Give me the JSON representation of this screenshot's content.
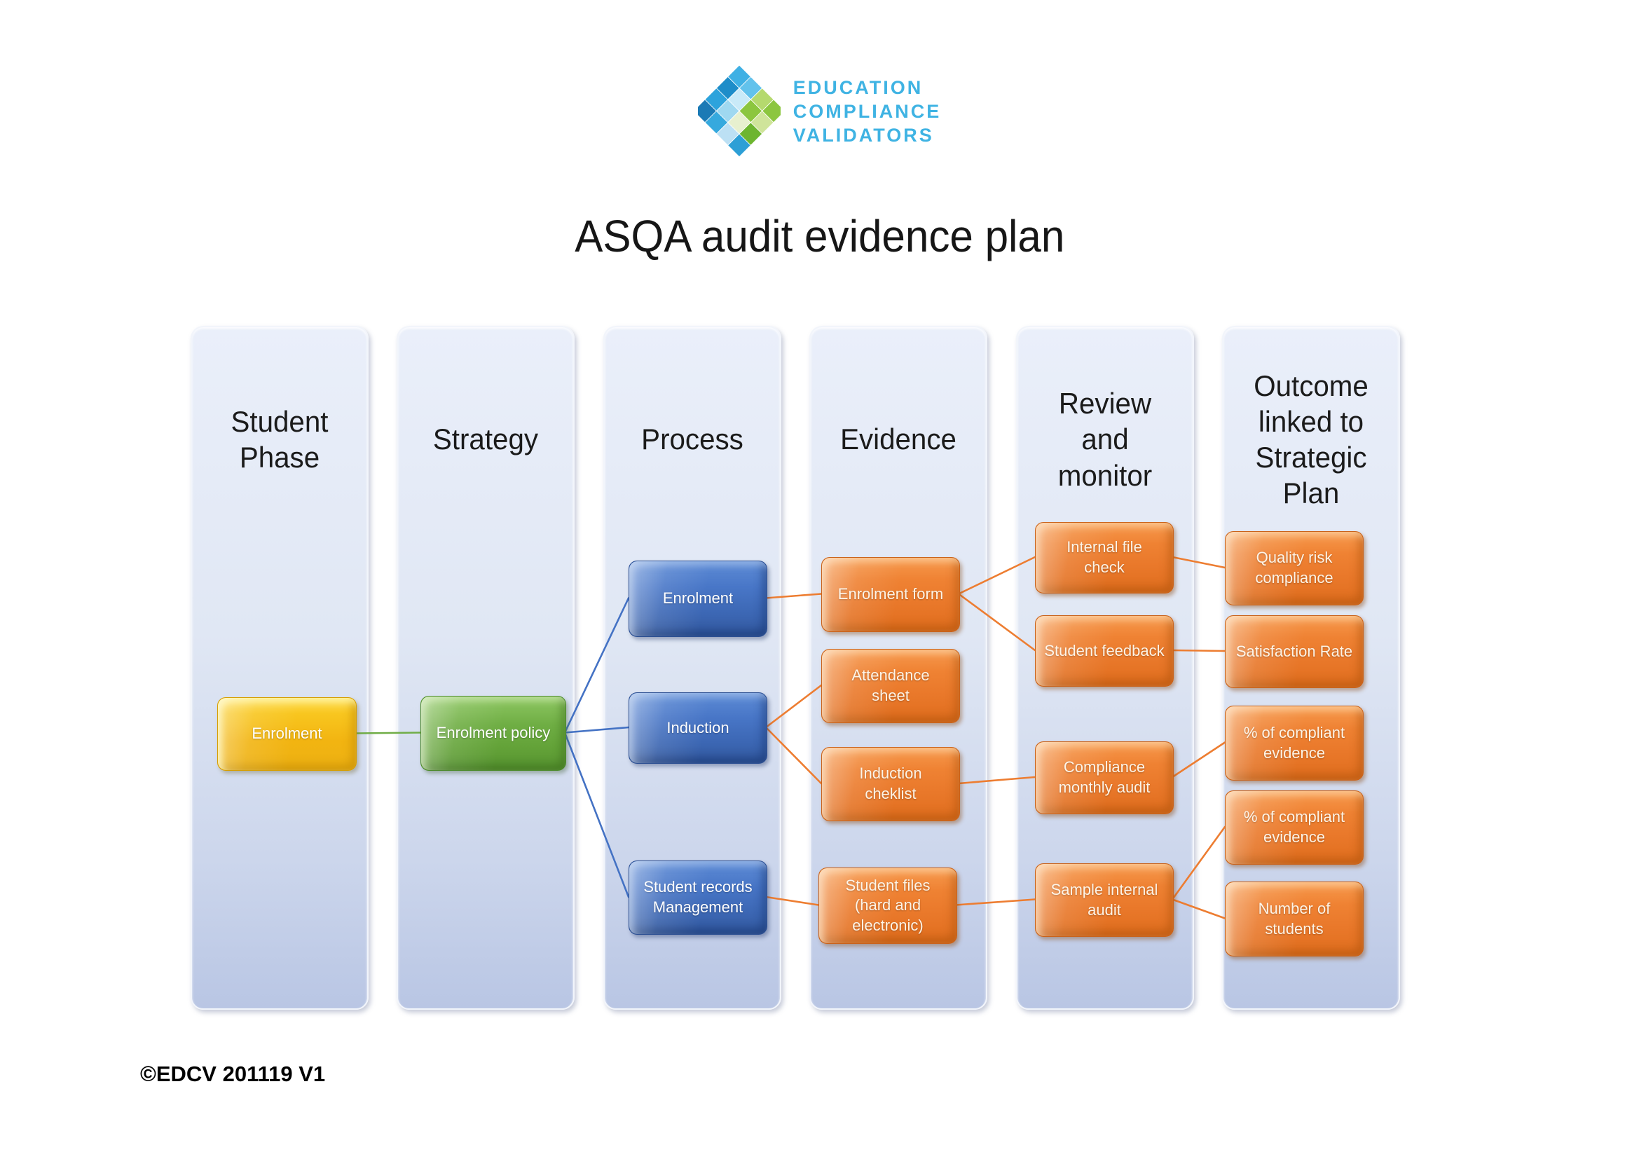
{
  "logo": {
    "line1": "EDUCATION",
    "line2": "COMPLIANCE",
    "line3": "VALIDATORS"
  },
  "title": "ASQA audit evidence plan",
  "footer": "©EDCV 201119 V1",
  "columns": [
    {
      "header": "Student\nPhase"
    },
    {
      "header": "Strategy"
    },
    {
      "header": "Process"
    },
    {
      "header": "Evidence"
    },
    {
      "header": "Review\nand\nmonitor"
    },
    {
      "header": "Outcome\nlinked to\nStrategic\nPlan"
    }
  ],
  "nodes": {
    "student_enrolment": {
      "label": "Enrolment",
      "color": "#F2B411"
    },
    "enrolment_policy": {
      "label": "Enrolment policy",
      "color": "#6FAE44"
    },
    "process_enrolment": {
      "label": "Enrolment",
      "color": "#4472C4"
    },
    "induction": {
      "label": "Induction",
      "color": "#4472C4"
    },
    "student_records": {
      "label": "Student records\nManagement",
      "color": "#4472C4"
    },
    "enrolment_form": {
      "label": "Enrolment form",
      "color": "#ED7D31"
    },
    "attendance_sheet": {
      "label": "Attendance\nsheet",
      "color": "#ED7D31"
    },
    "induction_cheklist": {
      "label": "Induction\ncheklist",
      "color": "#ED7D31"
    },
    "student_files": {
      "label": "Student files\n(hard and\nelectronic)",
      "color": "#ED7D31"
    },
    "internal_file_check": {
      "label": "Internal file\ncheck",
      "color": "#ED7D31"
    },
    "student_feedback": {
      "label": "Student feedback",
      "color": "#ED7D31"
    },
    "compliance_monthly_audit": {
      "label": "Compliance\nmonthly audit",
      "color": "#ED7D31"
    },
    "sample_internal_audit": {
      "label": "Sample internal\naudit",
      "color": "#ED7D31"
    },
    "quality_risk_compliance": {
      "label": "Quality risk\ncompliance",
      "color": "#ED7D31"
    },
    "satisfaction_rate": {
      "label": "Satisfaction Rate",
      "color": "#ED7D31"
    },
    "pct_compliant_evidence_1": {
      "label": "% of compliant\nevidence",
      "color": "#ED7D31"
    },
    "pct_compliant_evidence_2": {
      "label": "% of compliant\nevidence",
      "color": "#ED7D31"
    },
    "number_of_students": {
      "label": "Number of\nstudents",
      "color": "#ED7D31"
    }
  },
  "edges": [
    {
      "from": "student_enrolment",
      "to": "enrolment_policy",
      "color": "#70AD47"
    },
    {
      "from": "enrolment_policy",
      "to": "process_enrolment",
      "color": "#4472C4"
    },
    {
      "from": "enrolment_policy",
      "to": "induction",
      "color": "#4472C4"
    },
    {
      "from": "enrolment_policy",
      "to": "student_records",
      "color": "#4472C4"
    },
    {
      "from": "process_enrolment",
      "to": "enrolment_form",
      "color": "#ED7D31"
    },
    {
      "from": "induction",
      "to": "attendance_sheet",
      "color": "#ED7D31"
    },
    {
      "from": "induction",
      "to": "induction_cheklist",
      "color": "#ED7D31"
    },
    {
      "from": "student_records",
      "to": "student_files",
      "color": "#ED7D31"
    },
    {
      "from": "enrolment_form",
      "to": "internal_file_check",
      "color": "#ED7D31"
    },
    {
      "from": "enrolment_form",
      "to": "student_feedback",
      "color": "#ED7D31"
    },
    {
      "from": "induction_cheklist",
      "to": "compliance_monthly_audit",
      "color": "#ED7D31"
    },
    {
      "from": "student_files",
      "to": "sample_internal_audit",
      "color": "#ED7D31"
    },
    {
      "from": "internal_file_check",
      "to": "quality_risk_compliance",
      "color": "#ED7D31"
    },
    {
      "from": "student_feedback",
      "to": "satisfaction_rate",
      "color": "#ED7D31"
    },
    {
      "from": "compliance_monthly_audit",
      "to": "pct_compliant_evidence_1",
      "color": "#ED7D31"
    },
    {
      "from": "sample_internal_audit",
      "to": "pct_compliant_evidence_2",
      "color": "#ED7D31"
    },
    {
      "from": "sample_internal_audit",
      "to": "number_of_students",
      "color": "#ED7D31"
    }
  ],
  "colors": {
    "column_fill_top": "#EAEFFA",
    "column_fill_bottom": "#B9C6E4",
    "logo_text_blue": "#3FB3E3",
    "logo_green": "#8CC63F",
    "logo_blue": "#2D9FD6",
    "title_text": "#161616"
  }
}
